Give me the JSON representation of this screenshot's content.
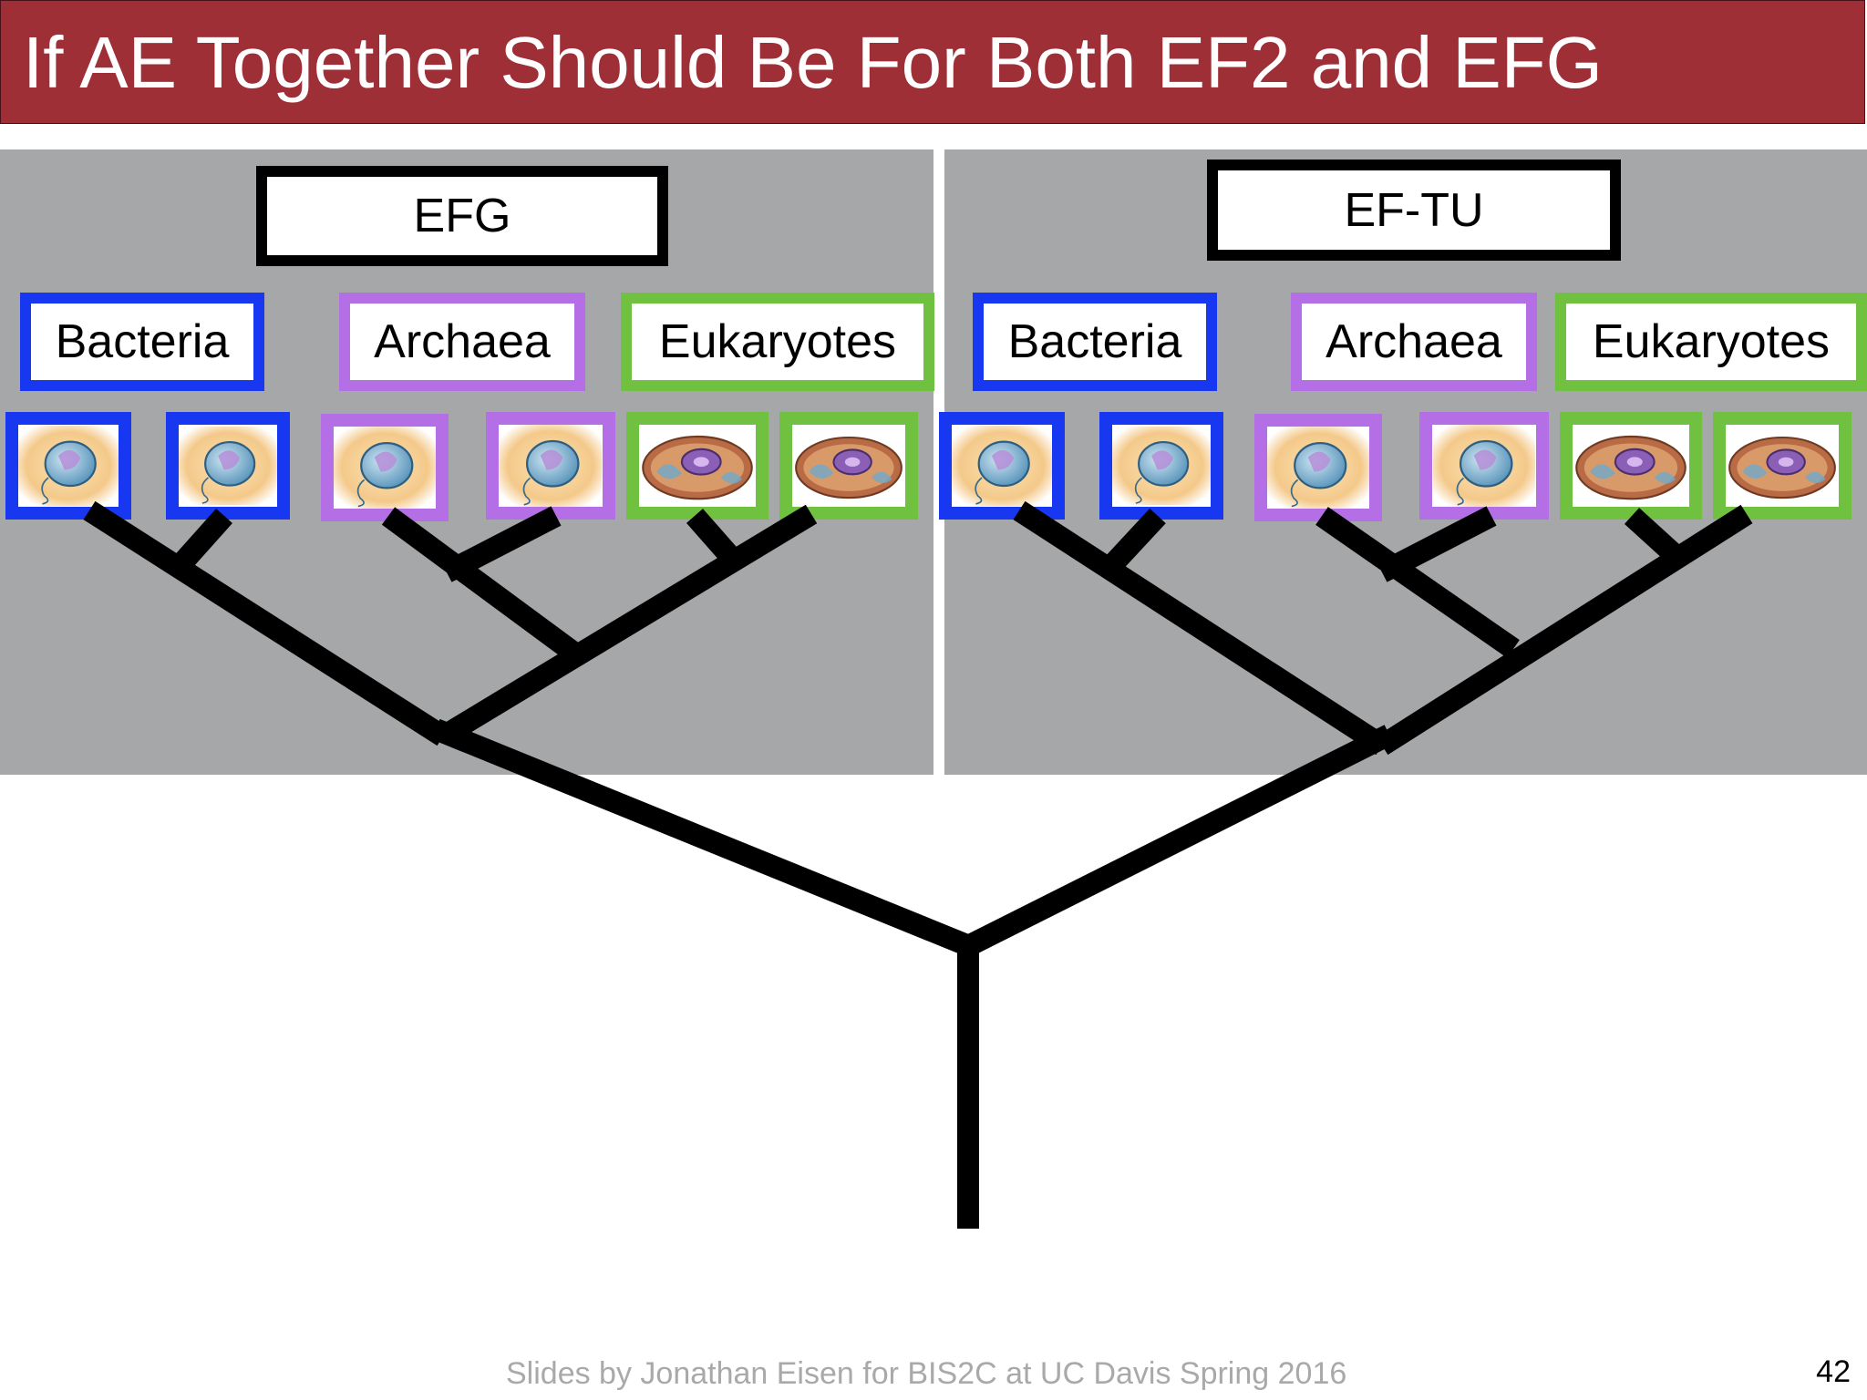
{
  "slide": {
    "title": "If AE Together Should Be For Both EF2 and EFG",
    "footer": "Slides by Jonathan Eisen for BIS2C at UC Davis Spring 2016",
    "page_number": "42"
  },
  "panels": {
    "left": {
      "gene_label": "EFG",
      "domains": [
        "Bacteria",
        "Archaea",
        "Eukaryotes"
      ]
    },
    "right": {
      "gene_label": "EF-TU",
      "domains": [
        "Bacteria",
        "Archaea",
        "Eukaryotes"
      ]
    }
  },
  "colors": {
    "title_bar": "#9e2f37",
    "panel_bg": "#a6a7a9",
    "bacteria": "#1737f0",
    "archaea": "#b56fe6",
    "eukaryotes": "#6fc13f",
    "branches": "#000000"
  },
  "icons": {
    "prokaryote_cell": "prokaryote-cell-icon",
    "eukaryote_cell": "eukaryote-cell-icon"
  }
}
